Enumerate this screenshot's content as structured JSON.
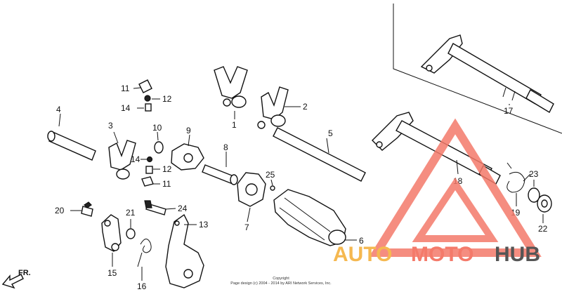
{
  "diagram": {
    "callouts": [
      {
        "id": "c1",
        "label": "1"
      },
      {
        "id": "c2",
        "label": "2"
      },
      {
        "id": "c3",
        "label": "3"
      },
      {
        "id": "c4",
        "label": "4"
      },
      {
        "id": "c5",
        "label": "5"
      },
      {
        "id": "c6",
        "label": "6"
      },
      {
        "id": "c7",
        "label": "7"
      },
      {
        "id": "c8",
        "label": "8"
      },
      {
        "id": "c9",
        "label": "9"
      },
      {
        "id": "c10",
        "label": "10"
      },
      {
        "id": "c11a",
        "label": "11"
      },
      {
        "id": "c11b",
        "label": "11"
      },
      {
        "id": "c12a",
        "label": "12"
      },
      {
        "id": "c12b",
        "label": "12"
      },
      {
        "id": "c13",
        "label": "13"
      },
      {
        "id": "c14a",
        "label": "14"
      },
      {
        "id": "c14b",
        "label": "14"
      },
      {
        "id": "c15",
        "label": "15"
      },
      {
        "id": "c16",
        "label": "16"
      },
      {
        "id": "c17",
        "label": "17"
      },
      {
        "id": "c18",
        "label": "18"
      },
      {
        "id": "c19",
        "label": "19"
      },
      {
        "id": "c20",
        "label": "20"
      },
      {
        "id": "c21",
        "label": "21"
      },
      {
        "id": "c22",
        "label": "22"
      },
      {
        "id": "c23",
        "label": "23"
      },
      {
        "id": "c24",
        "label": "24"
      },
      {
        "id": "c25",
        "label": "25"
      }
    ],
    "direction_label": "FR.",
    "copyright": {
      "line1": "Copyright",
      "line2": "Page design (c) 2004 - 2014 by ARI Network Services, Inc."
    }
  },
  "watermark": {
    "word_auto": "AUTO",
    "word_moto": "MOTO",
    "word_hub": "HUB",
    "color_accent": "#f47a6a",
    "color_auto": "#f5b850",
    "color_hub": "#555555"
  }
}
